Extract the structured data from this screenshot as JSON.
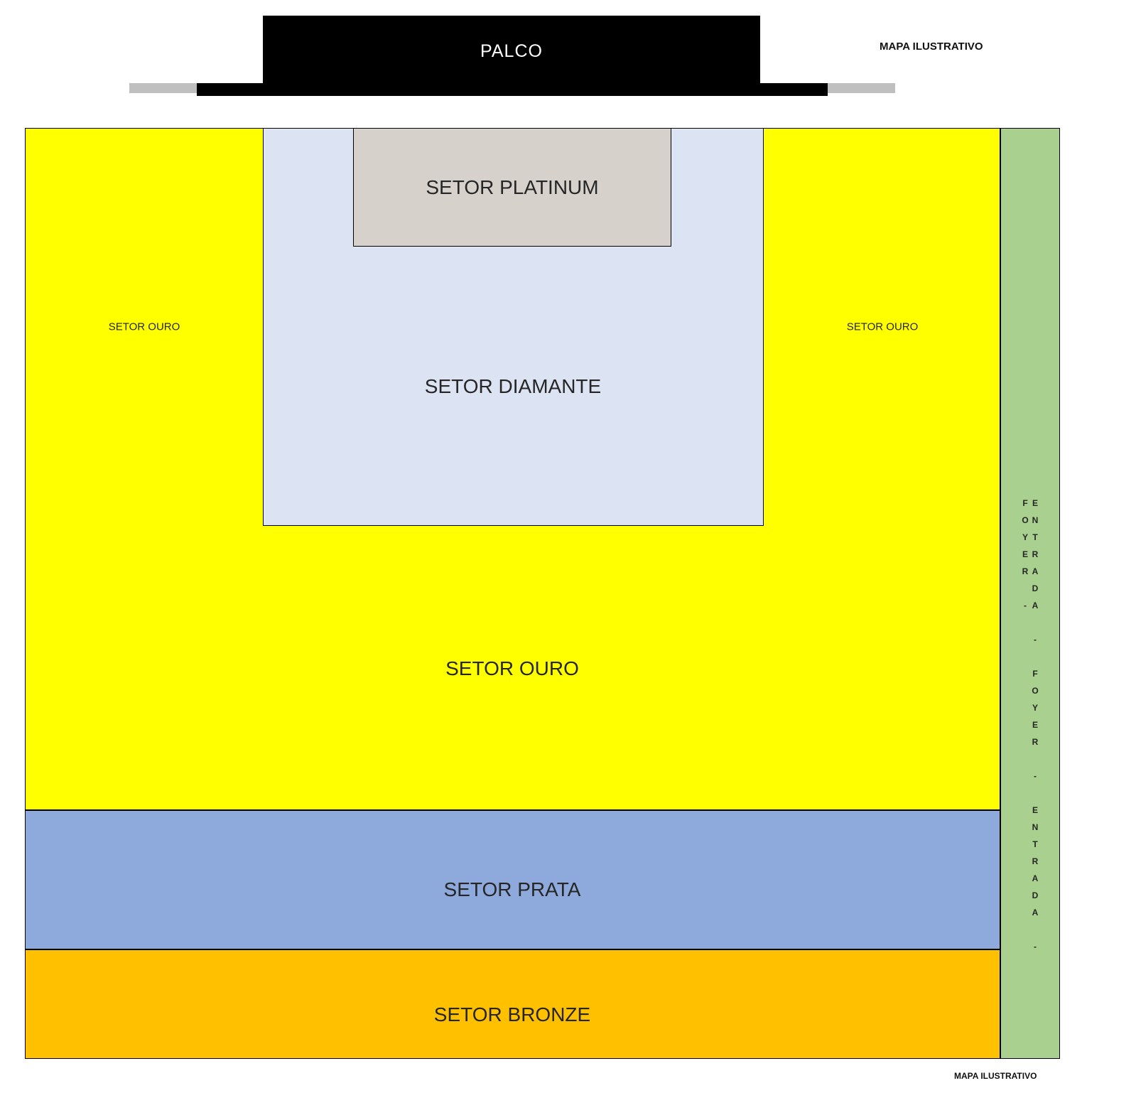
{
  "page": {
    "top_note": "MAPA ILUSTRATIVO",
    "bottom_note": "MAPA ILUSTRATIVO"
  },
  "stage": {
    "label": "PALCO",
    "color": "#000000",
    "wing_color": "#bfbfbf"
  },
  "sectors": {
    "platinum": {
      "label": "SETOR PLATINUM",
      "color": "#d6d2cb"
    },
    "diamante": {
      "label": "SETOR DIAMANTE",
      "color": "#dce3f3"
    },
    "ouro": {
      "label": "SETOR OURO",
      "left_label": "SETOR OURO",
      "right_label": "SETOR OURO",
      "color": "#ffff00"
    },
    "prata": {
      "label": "SETOR PRATA",
      "color": "#8ea9db"
    },
    "bronze": {
      "label": "SETOR BRONZE",
      "color": "#ffc000"
    },
    "entrada_foyer": {
      "label": "ENTRADA - FOYER - ENTRADA - FOYER -",
      "color": "#a9d08e"
    }
  }
}
